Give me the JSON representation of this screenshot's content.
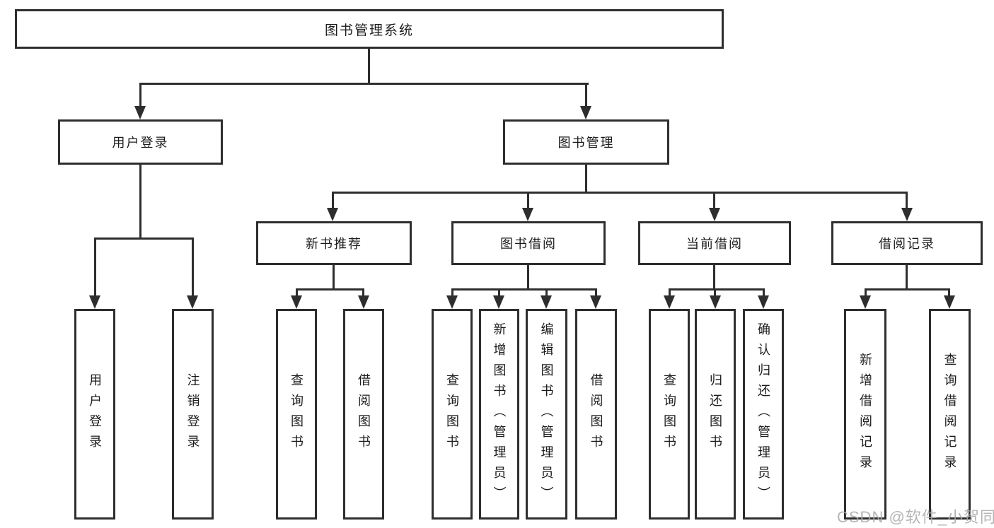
{
  "colors": {
    "line": "#2e2e2e",
    "text": "#1c1c1c",
    "background": "#ffffff",
    "watermark": "#a9a9a9"
  },
  "watermark": {
    "text": "CSDN @软件_小贺同学"
  },
  "tree": {
    "root": {
      "label": "图书管理系统"
    },
    "branches": [
      {
        "label": "用户登录",
        "leaves": [
          {
            "label": "用户登录"
          },
          {
            "label": "注销登录"
          }
        ]
      },
      {
        "label": "图书管理",
        "groups": [
          {
            "label": "新书推荐",
            "leaves": [
              {
                "label": "查询图书"
              },
              {
                "label": "借阅图书"
              }
            ]
          },
          {
            "label": "图书借阅",
            "leaves": [
              {
                "label": "查询图书"
              },
              {
                "label": "新增图书（管理员）"
              },
              {
                "label": "编辑图书（管理员）"
              },
              {
                "label": "借阅图书"
              }
            ]
          },
          {
            "label": "当前借阅",
            "leaves": [
              {
                "label": "查询图书"
              },
              {
                "label": "归还图书"
              },
              {
                "label": "确认归还（管理员）"
              }
            ]
          },
          {
            "label": "借阅记录",
            "leaves": [
              {
                "label": "新增借阅记录"
              },
              {
                "label": "查询借阅记录"
              }
            ]
          }
        ]
      }
    ]
  }
}
